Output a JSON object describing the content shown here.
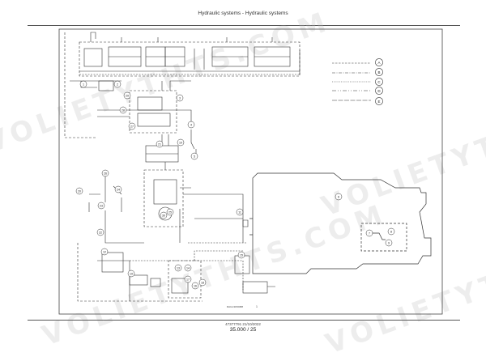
{
  "header": {
    "title": "Hydraulic systems - Hydraulic systems"
  },
  "legend": {
    "items": [
      "A",
      "B",
      "C",
      "D",
      "E"
    ]
  },
  "components": [
    "1",
    "2",
    "3",
    "4",
    "5",
    "6",
    "7",
    "8",
    "9",
    "10",
    "11",
    "12",
    "13",
    "14",
    "15",
    "16",
    "17",
    "18",
    "19",
    "20",
    "21",
    "22",
    "23",
    "24",
    "25",
    "26",
    "27",
    "28",
    "29",
    "30"
  ],
  "diagram": {
    "reference": "RAIL13150088",
    "sheet": "1"
  },
  "footer": {
    "doc_number": "47377791 21/10/2022",
    "page_number": "35.000 / 25"
  },
  "watermark": {
    "text": "VOLIETYTHTS.COM"
  },
  "colors": {
    "line": "#333333",
    "background": "#ffffff"
  }
}
